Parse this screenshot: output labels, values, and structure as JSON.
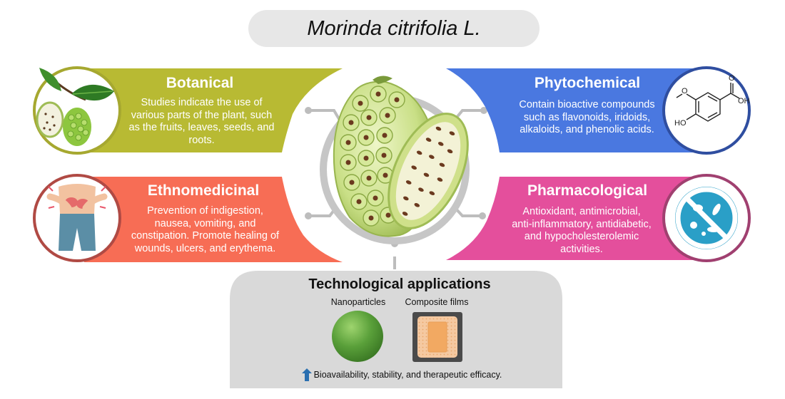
{
  "title": "Morinda citrifolia L.",
  "botanical": {
    "title": "Botanical",
    "lines": [
      "Studies indicate the use of",
      "various parts of the plant, such",
      "as the fruits, leaves, seeds, and",
      "roots."
    ],
    "color": "#b8ba33",
    "icon": "noni-plant-icon"
  },
  "phytochemical": {
    "title": "Phytochemical",
    "lines": [
      "Contain bioactive compounds",
      "such as flavonoids, iridoids,",
      "alkaloids, and phenolic acids."
    ],
    "color": "#4a78e0",
    "icon": "vanillic-acid-structure-icon",
    "structure_labels": {
      "methoxy": "O",
      "hydroxyl": "HO",
      "carbonyl": "O",
      "acid": "OH"
    }
  },
  "ethnomedicinal": {
    "title": "Ethnomedicinal",
    "lines": [
      "Prevention of indigestion,",
      "nausea, vomiting, and",
      "constipation. Promote healing of",
      "wounds, ulcers, and erythema."
    ],
    "color": "#f76d55",
    "icon": "abdominal-pain-icon"
  },
  "pharmacological": {
    "title": "Pharmacological",
    "lines": [
      "Antioxidant, antimicrobial,",
      "anti-inflammatory, antidiabetic,",
      "and hypocholesterolemic",
      "activities."
    ],
    "color": "#e44f9c",
    "icon": "no-bacteria-icon"
  },
  "technological": {
    "title": "Technological applications",
    "items": [
      "Nanoparticles",
      "Composite films"
    ],
    "note": "Bioavailability, stability, and therapeutic efficacy.",
    "note_icon": "arrow-up-icon"
  },
  "center_icon": "noni-fruit-icon",
  "colors": {
    "title_pill": "#e7e7e7",
    "connector": "#bdbdbd",
    "tech_panel": "#d9d9d9",
    "botanical_ring": "#a6a830",
    "phytochemical_ring": "#2f4ea0",
    "ethnomedicinal_ring": "#b04a44",
    "pharmacological_ring": "#a04070"
  }
}
